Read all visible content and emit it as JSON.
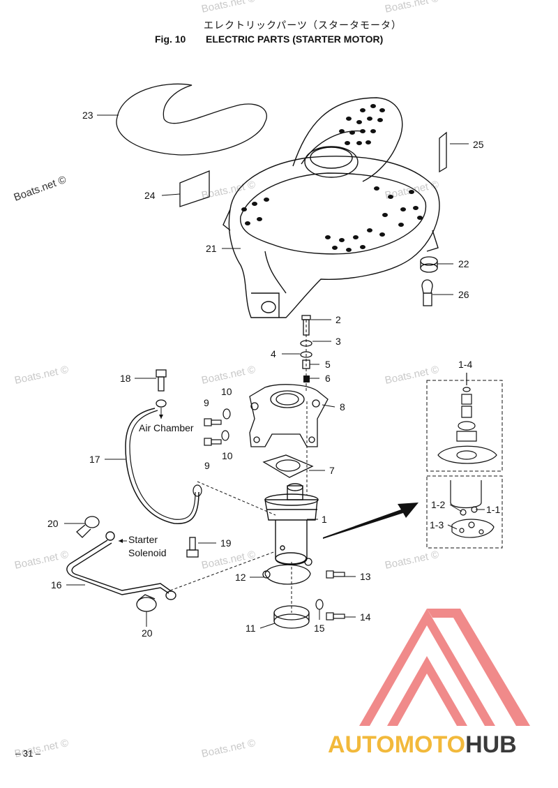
{
  "header": {
    "japanese_title": "エレクトリックパーツ（スタータモータ）",
    "fig_number": "Fig. 10",
    "title": "ELECTRIC PARTS (STARTER MOTOR)"
  },
  "watermark": "Boats.net ©",
  "callouts": [
    "23",
    "24",
    "25",
    "21",
    "22",
    "26",
    "2",
    "3",
    "4",
    "5",
    "6",
    "8",
    "18",
    "10",
    "9",
    "10",
    "9",
    "17",
    "7",
    "1",
    "20",
    "19",
    "16",
    "12",
    "13",
    "11",
    "15",
    "14",
    "20",
    "1-4",
    "1-2",
    "1-1",
    "1-3"
  ],
  "annotations": {
    "air_chamber": "Air Chamber",
    "starter": "Starter",
    "solenoid": "Solenoid"
  },
  "footer": {
    "page_number": "– 31 –",
    "logo_part1": "AUTOMOTO",
    "logo_part2": "HUB"
  },
  "colors": {
    "logo_triangle": "#f08a8a",
    "logo_accent": "#f2b93b",
    "logo_dark": "#3a3a3a",
    "watermark": "#c9c9c9"
  }
}
